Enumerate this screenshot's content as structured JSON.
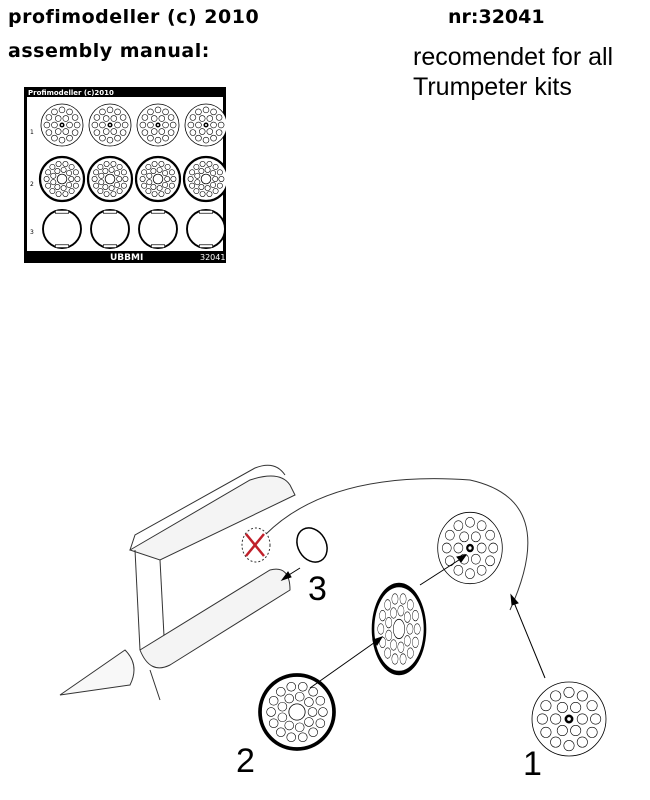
{
  "header": {
    "brand": "profimodeller (c) 2010",
    "subtitle": "assembly manual:",
    "part_number": "nr:32041",
    "recommendation_line1": "recomendet for all",
    "recommendation_line2": "Trumpeter kits"
  },
  "fret": {
    "title": "Profimodeller (c)2010",
    "footer_logo": "UBBMI",
    "footer_number": "32041",
    "row_labels": [
      "1",
      "2",
      "3"
    ]
  },
  "diagram": {
    "callouts": [
      "1",
      "2",
      "3"
    ],
    "remove_mark_color": "#c0202a"
  }
}
